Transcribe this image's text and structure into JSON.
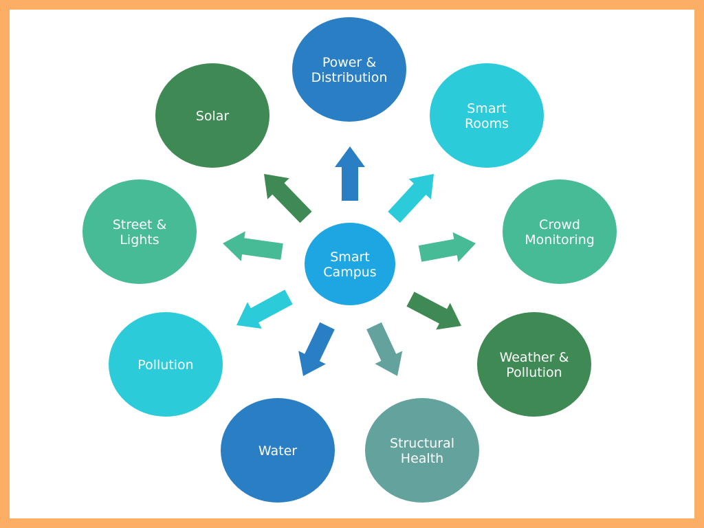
{
  "colors": {
    "frame": "#fbae64",
    "background": "#ffffff",
    "dark_blue": "#2a7fc4",
    "cyan": "#2bcbd9",
    "teal_green": "#47ba96",
    "dark_green": "#3f8a54",
    "grey_teal": "#64a29d",
    "center_blue": "#1ea6e3"
  },
  "center": {
    "lines": [
      "Smart",
      "Campus"
    ],
    "color": "#1ea6e3"
  },
  "nodes": [
    {
      "id": "power-distribution",
      "lines": [
        "Power &",
        "Distribution"
      ],
      "color": "#2a7fc4"
    },
    {
      "id": "smart-rooms",
      "lines": [
        "Smart",
        "Rooms"
      ],
      "color": "#2bcbd9"
    },
    {
      "id": "crowd-monitoring",
      "lines": [
        "Crowd",
        "Monitoring"
      ],
      "color": "#47ba96"
    },
    {
      "id": "weather-pollution",
      "lines": [
        "Weather &",
        "Pollution"
      ],
      "color": "#3f8a54"
    },
    {
      "id": "structural-health",
      "lines": [
        "Structural",
        "Health"
      ],
      "color": "#64a29d"
    },
    {
      "id": "water",
      "lines": [
        "Water"
      ],
      "color": "#2a7fc4"
    },
    {
      "id": "pollution",
      "lines": [
        "Pollution"
      ],
      "color": "#2bcbd9"
    },
    {
      "id": "street-lights",
      "lines": [
        "Street &",
        "Lights"
      ],
      "color": "#47ba96"
    },
    {
      "id": "solar",
      "lines": [
        "Solar"
      ],
      "color": "#3f8a54"
    }
  ]
}
